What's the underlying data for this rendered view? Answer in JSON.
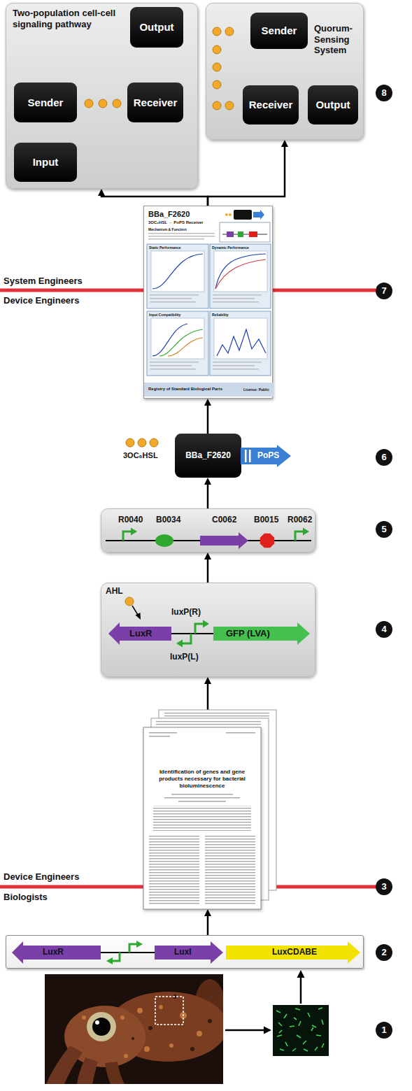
{
  "diagram": {
    "nodes": [
      {
        "text": [
          "Two-population cell-cell signaling pathway"
        ]
      },
      {
        "text": [
          "Output"
        ],
        "in": 0
      },
      {
        "text": [
          "Sender"
        ],
        "in": 0
      },
      {
        "text": [
          "Receiver"
        ],
        "in": 0
      },
      {
        "text": [
          "Input"
        ],
        "in": 0
      },
      {
        "text": [
          "Quorum-Sensing System"
        ]
      },
      {
        "text": [
          "Sender"
        ],
        "in": 5
      },
      {
        "text": [
          "Receiver"
        ],
        "in": 5
      },
      {
        "text": [
          "Output"
        ],
        "in": 5
      },
      {
        "text": [
          "BBa_F2620",
          "3OC₆HSL → PoPS Receiver",
          "Mechanism & Function",
          "Static Performance",
          "Dynamic Performance",
          "Input Compatibility",
          "Reliability",
          "Registry of Standard Biological Parts",
          "License: Public"
        ]
      },
      {
        "text": [
          "BBa_F2620"
        ]
      },
      {
        "text": [
          "PoPS"
        ]
      },
      {
        "text": [
          "R0040",
          "B0034",
          "C0062",
          "B0015",
          "R0062"
        ]
      },
      {
        "text": [
          "AHL",
          "LuxR",
          "luxP(R)",
          "GFP (LVA)",
          "luxP(L)"
        ]
      },
      {
        "text": [
          "Identification of genes and gene products necessary for bacterial bioluminescence"
        ]
      },
      {
        "text": [
          "LuxR",
          "LuxI",
          "LuxCDABE"
        ]
      }
    ],
    "edges": [
      {
        "from": 4,
        "to": 2,
        "arrow": "to"
      },
      {
        "from": 3,
        "to": 1,
        "arrow": "to"
      },
      {
        "from": 7,
        "to": 6,
        "arrow": "to"
      },
      {
        "from": 7,
        "to": 8,
        "arrow": "to"
      },
      {
        "from": 9,
        "to": 0,
        "arrow": "to"
      },
      {
        "from": 9,
        "to": 5,
        "arrow": "to"
      },
      {
        "from": 10,
        "to": 9,
        "arrow": "to"
      },
      {
        "from": 12,
        "to": 10,
        "arrow": "to"
      },
      {
        "from": 13,
        "to": 12,
        "arrow": "to"
      },
      {
        "from": 14,
        "to": 13,
        "arrow": "to"
      },
      {
        "from": 15,
        "to": 14,
        "arrow": "to"
      }
    ],
    "labels": [
      "8",
      "System Engineers",
      "Device Engineers",
      "7",
      "3OC₆HSL",
      "6",
      "5",
      "4",
      "Device Engineers",
      "Biologists",
      "3",
      "2",
      "1"
    ]
  }
}
